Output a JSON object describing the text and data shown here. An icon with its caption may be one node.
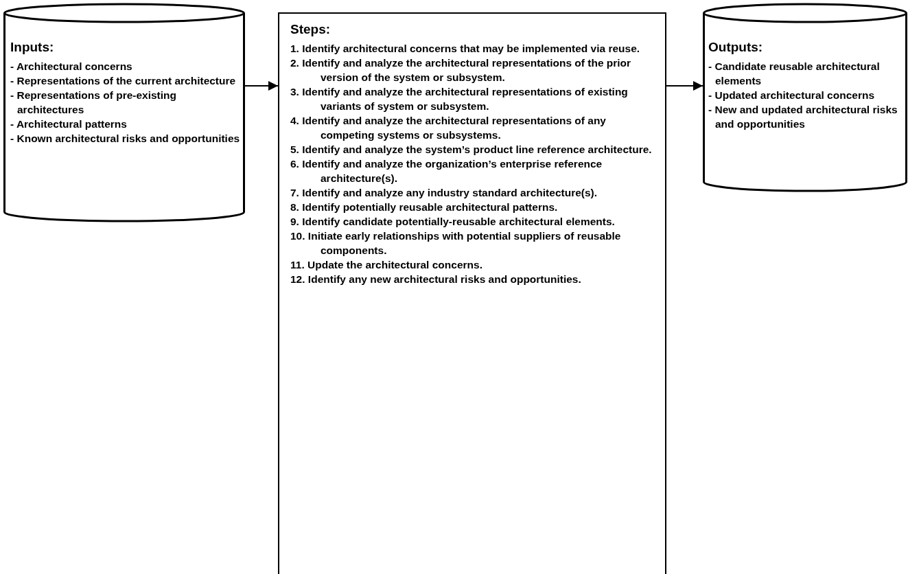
{
  "diagram": {
    "nodes": [
      {
        "text": [
          "Inputs:",
          "- Architectural concerns",
          "- Representations of the current architecture",
          "- Representations of pre-existing architectures",
          "- Architectural patterns",
          "- Known architectural risks and opportunities"
        ]
      },
      {
        "text": [
          "Steps:",
          "1. Identify architectural concerns that may be implemented via reuse.",
          "2. Identify and analyze the architectural representations of the prior version of the system or subsystem.",
          "3. Identify and analyze the architectural representations of existing variants of system or subsystem.",
          "4. Identify and analyze the architectural representations of any competing systems or subsystems.",
          "5. Identify and analyze the system’s product line reference architecture.",
          "6. Identify and analyze the organization’s enterprise reference architecture(s).",
          "7. Identify and analyze any industry standard architecture(s).",
          "8. Identify potentially reusable architectural patterns.",
          "9. Identify candidate potentially-reusable architectural elements.",
          "10. Initiate early relationships with potential suppliers of reusable components.",
          "11. Update the architectural concerns.",
          "12. Identify any new architectural risks and opportunities."
        ]
      },
      {
        "text": [
          "Outputs:",
          "- Candidate reusable architectural elements",
          "- Updated architectural concerns",
          "- New and updated architectural risks and opportunities"
        ]
      }
    ],
    "edges": [
      {
        "from": 0,
        "to": 1,
        "arrow": "to"
      },
      {
        "from": 1,
        "to": 2,
        "arrow": "to"
      }
    ]
  }
}
